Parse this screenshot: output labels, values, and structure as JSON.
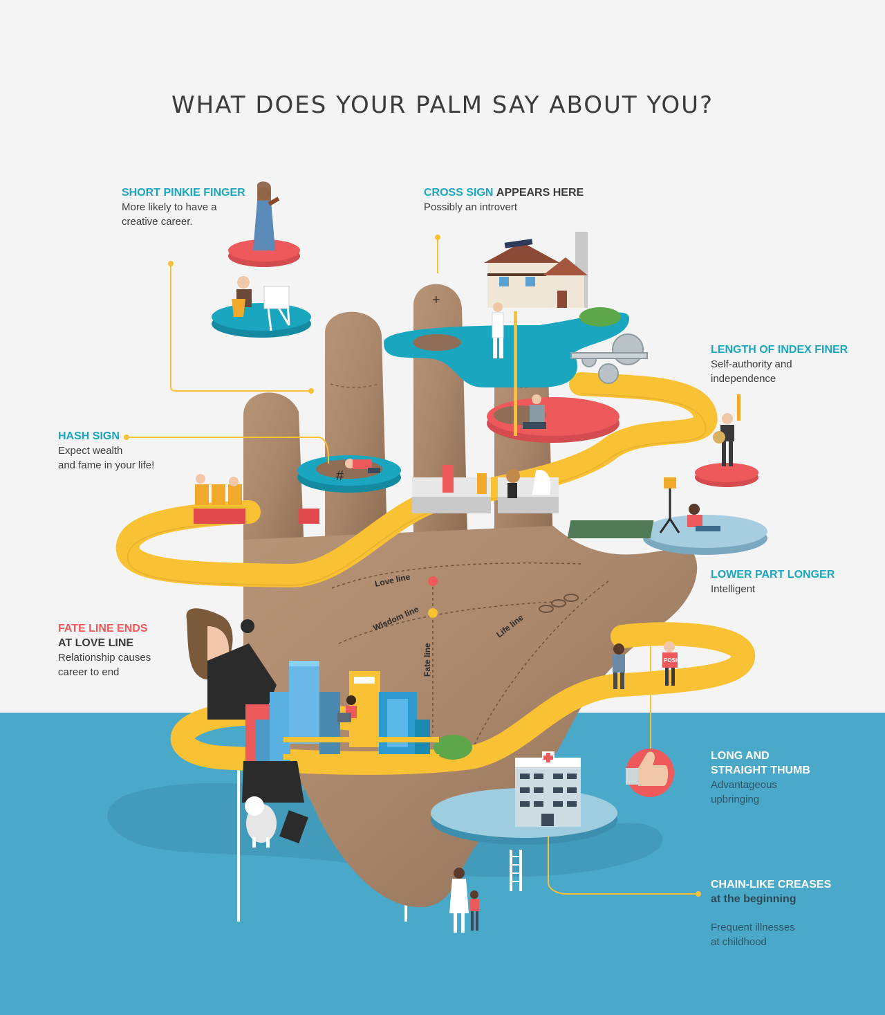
{
  "title": "WHAT DOES YOUR PALM SAY ABOUT YOU?",
  "notes": {
    "pinkie": {
      "heading": "SHORT PINKIE FINGER",
      "body1": "More likely to have a",
      "body2": "creative career."
    },
    "cross": {
      "heading": "CROSS SIGN",
      "heading_suffix": "APPEARS HERE",
      "body1": "Possibly an introvert"
    },
    "index": {
      "heading": "LENGTH OF INDEX FINER",
      "body1": "Self-authority and",
      "body2": "independence"
    },
    "hash": {
      "heading": "HASH SIGN",
      "body1": "Expect wealth",
      "body2": "and fame in your life!"
    },
    "lower": {
      "heading": "LOWER PART LONGER",
      "body1": "Intelligent"
    },
    "fate": {
      "heading": "FATE LINE ENDS",
      "heading2": "AT LOVE LINE",
      "body1": "Relationship causes",
      "body2": "career to end"
    },
    "thumb": {
      "heading": "LONG AND",
      "heading2": "STRAIGHT THUMB",
      "body1": "Advantageous",
      "body2": "upbringing"
    },
    "chain": {
      "heading": "CHAIN-LIKE CREASES",
      "heading2": "at the beginning",
      "body1": "Frequent illnesses",
      "body2": "at childhood"
    }
  },
  "lines": {
    "love": "Love line",
    "wisdom": "Wisdom line",
    "fate": "Fate line",
    "life": "Life line"
  },
  "signs": {
    "hash": "#",
    "cross": "+",
    "posh": "POSH"
  },
  "colors": {
    "background": "#f4f4f4",
    "water": "#4aa8c8",
    "wood": "#a9876b",
    "road": "#f9c235",
    "teal": "#1ba6c0",
    "red": "#ee5a5c",
    "text": "#3b3b3b"
  },
  "icons": [
    "violin-player-icon",
    "painter-icon",
    "house-icon",
    "gears-icon",
    "knight-icon",
    "reader-icon",
    "city-icon",
    "hospital-icon",
    "thumbs-up-icon",
    "cat-icon",
    "ladder-icon"
  ]
}
